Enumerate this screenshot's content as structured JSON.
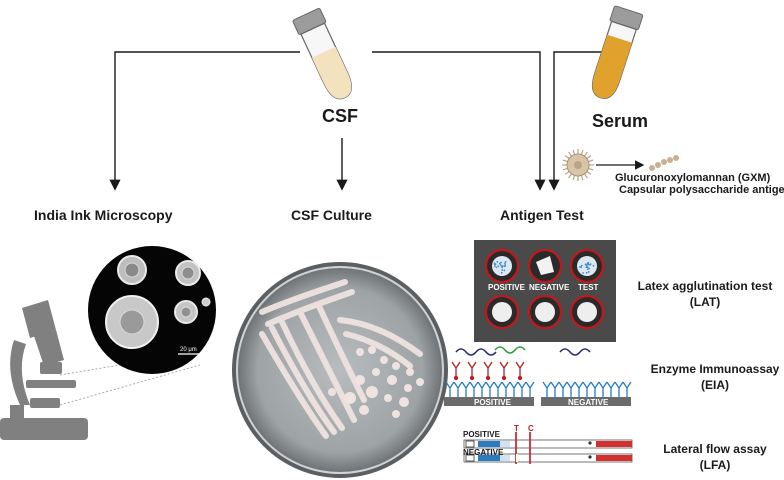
{
  "sources": {
    "csf": "CSF",
    "serum": "Serum"
  },
  "methods": {
    "india_ink": "India Ink Microscopy",
    "culture": "CSF Culture",
    "antigen": "Antigen Test"
  },
  "gxm": {
    "name": "Glucuronoxylomannan (GXM)",
    "desc": "Capsular polysaccharide antigens"
  },
  "micro": {
    "scale_bar": "20 μm"
  },
  "lat": {
    "title": "Latex agglutination test",
    "abbr": "(LAT)",
    "wells": [
      "POSITIVE",
      "NEGATIVE",
      "TEST"
    ]
  },
  "eia": {
    "title": "Enzyme Immunoassay",
    "abbr": "(EIA)",
    "positive": "POSITIVE",
    "negative": "NEGATIVE"
  },
  "lfa": {
    "title": "Lateral flow assay",
    "abbr": "(LFA)",
    "positive": "POSITIVE",
    "negative": "NEGATIVE",
    "t_mark": "T",
    "c_mark": "C"
  },
  "colors": {
    "arrow": "#1a1a1a",
    "csf_fluid": "#f3e2bd",
    "serum_fluid": "#e0a22c",
    "tube_cap": "#9c9c9c",
    "microscope": "#808080",
    "lat_card": "#4a4a4a",
    "lat_ring": "#c2181b",
    "antibody_red": "#b52222",
    "antibody_blue": "#2a7bbf",
    "antigen_green": "#2e9e3b",
    "antigen_navy": "#2c2c7a"
  }
}
